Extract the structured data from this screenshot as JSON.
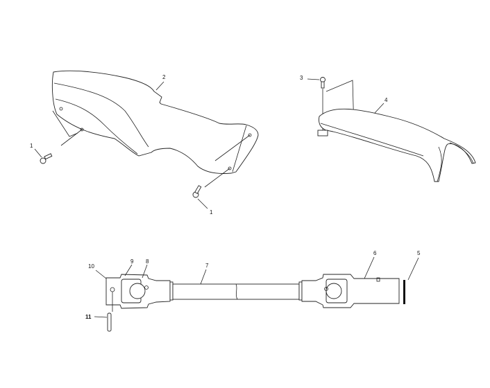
{
  "diagram": {
    "line_color": "#222222",
    "callouts": [
      {
        "id": "c1a",
        "text": "1"
      },
      {
        "id": "c1b",
        "text": "1"
      },
      {
        "id": "c2",
        "text": "2"
      },
      {
        "id": "c3",
        "text": "3"
      },
      {
        "id": "c4",
        "text": "4"
      },
      {
        "id": "c5",
        "text": "5"
      },
      {
        "id": "c6",
        "text": "6"
      },
      {
        "id": "c7",
        "text": "7"
      },
      {
        "id": "c8",
        "text": "8"
      },
      {
        "id": "c9",
        "text": "9"
      },
      {
        "id": "c10",
        "text": "10"
      },
      {
        "id": "c11",
        "text": "11"
      }
    ]
  }
}
